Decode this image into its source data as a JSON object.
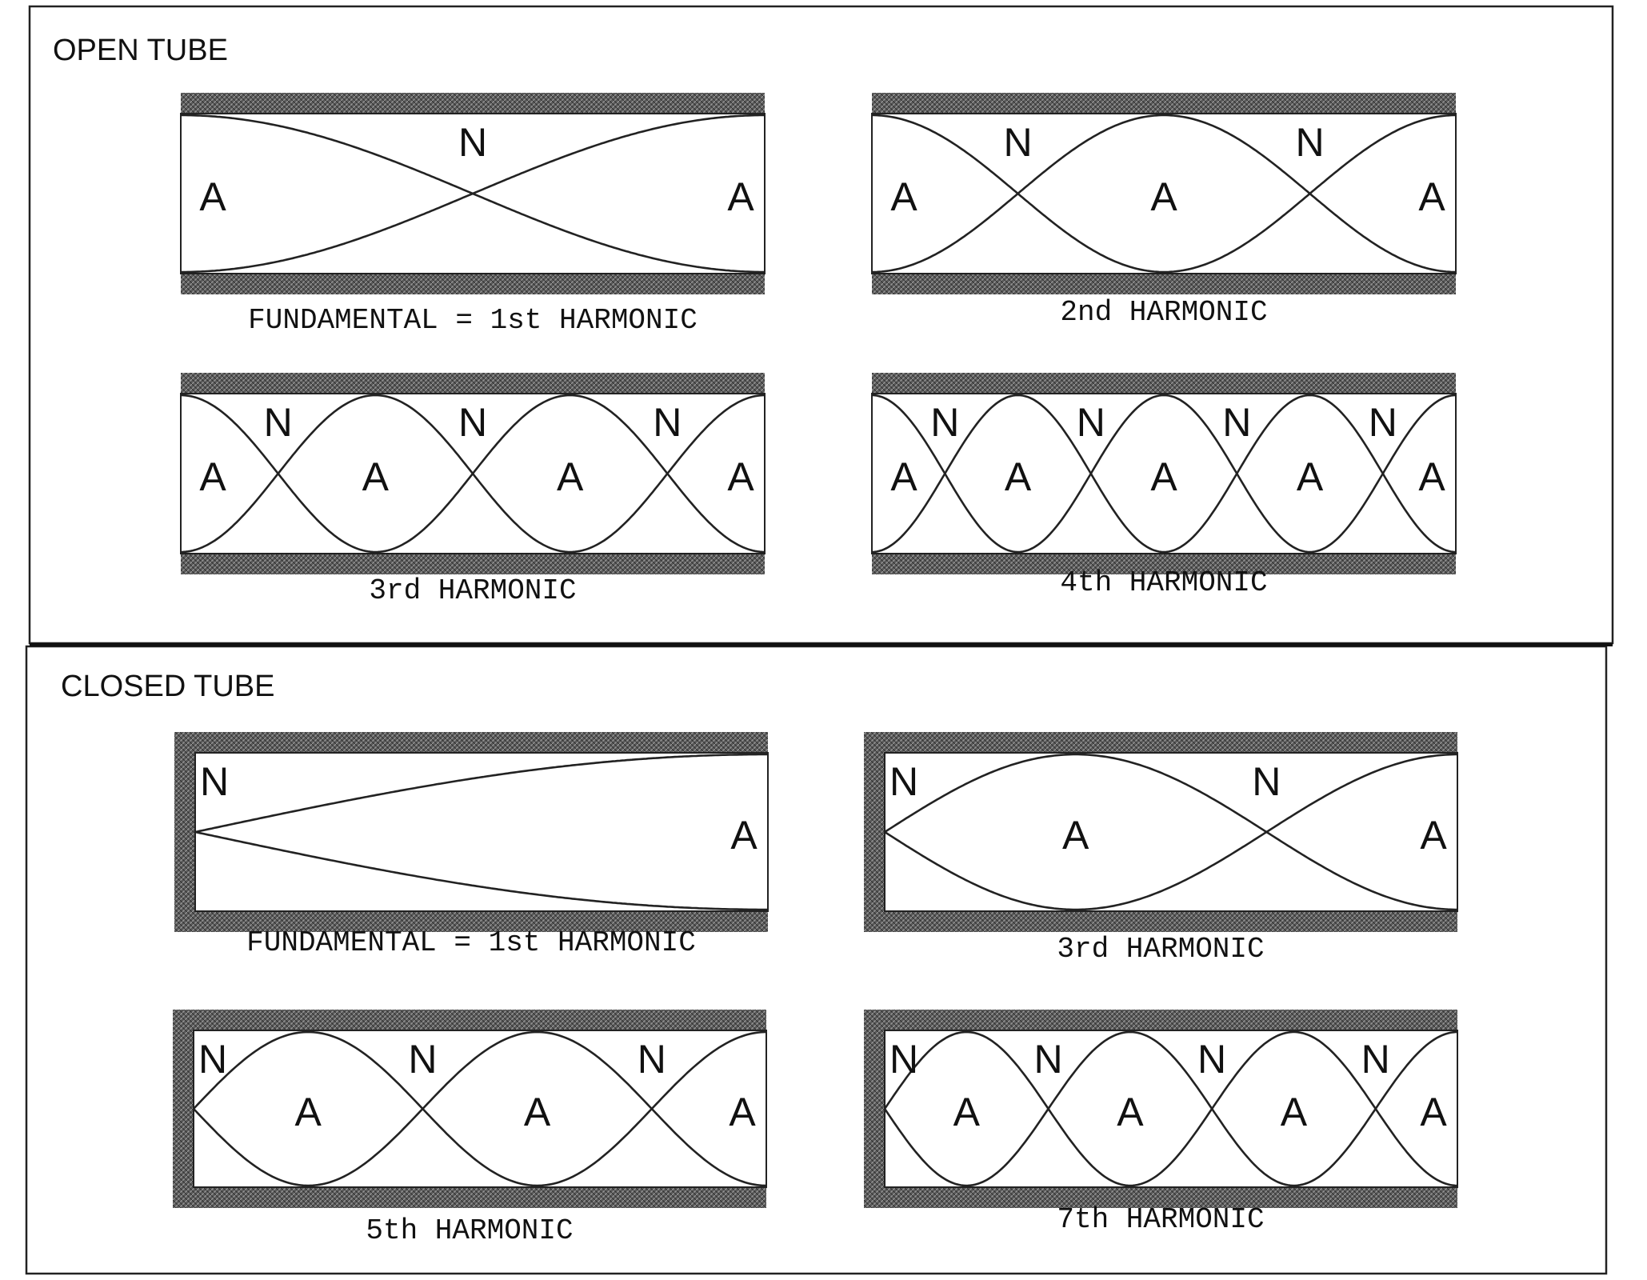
{
  "sections": [
    {
      "title": "OPEN TUBE",
      "tubes": [
        {
          "caption": "FUNDAMENTAL = 1st HARMONIC",
          "closed_left": false,
          "harmonic": 1,
          "top_labels": [
            "N"
          ],
          "mid_labels": [
            "A",
            "A"
          ]
        },
        {
          "caption": "2nd HARMONIC",
          "closed_left": false,
          "harmonic": 2,
          "top_labels": [
            "N",
            "N"
          ],
          "mid_labels": [
            "A",
            "A",
            "A"
          ]
        },
        {
          "caption": "3rd HARMONIC",
          "closed_left": false,
          "harmonic": 3,
          "top_labels": [
            "N",
            "N",
            "N"
          ],
          "mid_labels": [
            "A",
            "A",
            "A",
            "A"
          ]
        },
        {
          "caption": "4th HARMONIC",
          "closed_left": false,
          "harmonic": 4,
          "top_labels": [
            "N",
            "N",
            "N",
            "N"
          ],
          "mid_labels": [
            "A",
            "A",
            "A",
            "A",
            "A"
          ]
        }
      ]
    },
    {
      "title": "CLOSED TUBE",
      "tubes": [
        {
          "caption": "FUNDAMENTAL = 1st HARMONIC",
          "closed_left": true,
          "harmonic": 1,
          "top_labels": [
            "N"
          ],
          "mid_labels": [
            "A"
          ]
        },
        {
          "caption": "3rd HARMONIC",
          "closed_left": true,
          "harmonic": 3,
          "top_labels": [
            "N",
            "N"
          ],
          "mid_labels": [
            "A",
            "A"
          ]
        },
        {
          "caption": "5th HARMONIC",
          "closed_left": true,
          "harmonic": 5,
          "top_labels": [
            "N",
            "N",
            "N"
          ],
          "mid_labels": [
            "A",
            "A",
            "A"
          ]
        },
        {
          "caption": "7th HARMONIC",
          "closed_left": true,
          "harmonic": 7,
          "top_labels": [
            "N",
            "N",
            "N",
            "N"
          ],
          "mid_labels": [
            "A",
            "A",
            "A",
            "A"
          ]
        }
      ]
    }
  ]
}
